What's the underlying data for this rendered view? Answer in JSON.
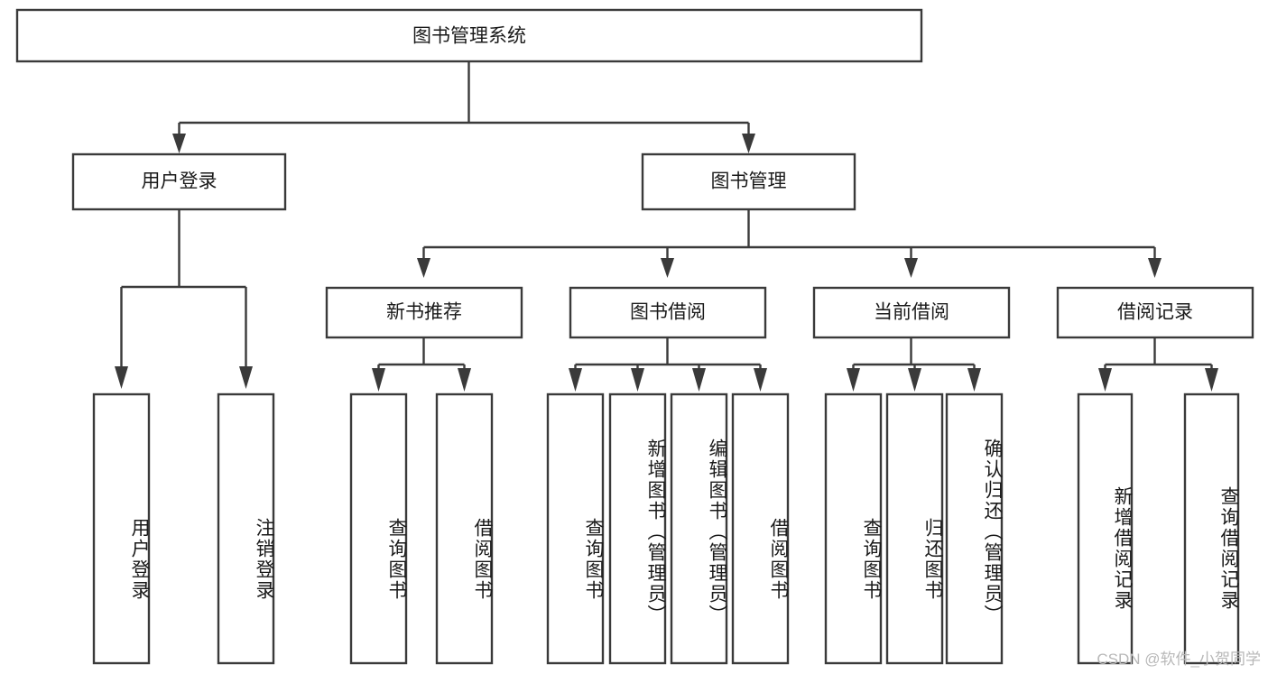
{
  "diagram": {
    "title_node": {
      "label": "图书管理系统"
    },
    "level2": [
      {
        "id": "user-login",
        "label": "用户登录"
      },
      {
        "id": "book-manage",
        "label": "图书管理"
      }
    ],
    "level3": [
      {
        "id": "new-book-recommend",
        "label": "新书推荐",
        "parent": "book-manage"
      },
      {
        "id": "book-borrow",
        "label": "图书借阅",
        "parent": "book-manage"
      },
      {
        "id": "current-borrow",
        "label": "当前借阅",
        "parent": "book-manage"
      },
      {
        "id": "borrow-record",
        "label": "借阅记录",
        "parent": "book-manage"
      }
    ],
    "leaves": [
      {
        "id": "leaf-user-login",
        "label": "用户登录",
        "parent": "user-login"
      },
      {
        "id": "leaf-user-logout",
        "label": "注销登录",
        "parent": "user-login"
      },
      {
        "id": "leaf-query-book-1",
        "label": "查询图书",
        "parent": "new-book-recommend"
      },
      {
        "id": "leaf-borrow-book-1",
        "label": "借阅图书",
        "parent": "new-book-recommend"
      },
      {
        "id": "leaf-query-book-2",
        "label": "查询图书",
        "parent": "book-borrow"
      },
      {
        "id": "leaf-add-book",
        "label": "新增图书（管理员）",
        "parent": "book-borrow"
      },
      {
        "id": "leaf-edit-book",
        "label": "编辑图书（管理员）",
        "parent": "book-borrow"
      },
      {
        "id": "leaf-borrow-book-2",
        "label": "借阅图书",
        "parent": "book-borrow"
      },
      {
        "id": "leaf-query-book-3",
        "label": "查询图书",
        "parent": "current-borrow"
      },
      {
        "id": "leaf-return-book",
        "label": "归还图书",
        "parent": "current-borrow"
      },
      {
        "id": "leaf-confirm-return",
        "label": "确认归还（管理员）",
        "parent": "current-borrow"
      },
      {
        "id": "leaf-add-record",
        "label": "新增借阅记录",
        "parent": "borrow-record"
      },
      {
        "id": "leaf-query-record",
        "label": "查询借阅记录",
        "parent": "borrow-record"
      }
    ],
    "watermark": "CSDN @软件_小贺同学",
    "colors": {
      "stroke": "#3a3a3a",
      "fill": "#ffffff",
      "text": "#1a1a1a",
      "watermark": "#b8b8b8"
    }
  }
}
